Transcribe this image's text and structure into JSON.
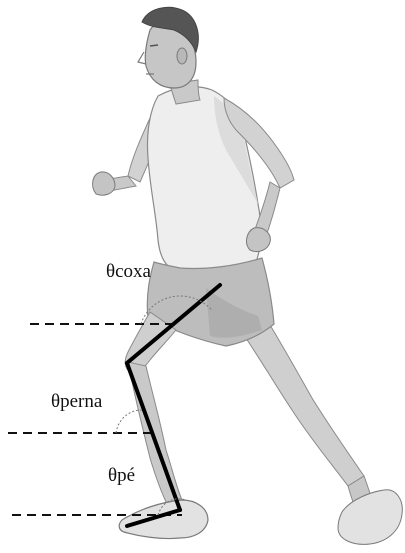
{
  "figure": {
    "labels": {
      "thigh": "θcoxa",
      "shank": "θperna",
      "foot": "θpé"
    },
    "colors": {
      "skin": "#c9c9c9",
      "shirt": "#eeeeee",
      "shorts": "#bdbdbd",
      "hair": "#555555",
      "outline": "#8a8a8a",
      "segment": "#000000",
      "reference_line": "#111111",
      "arc": "#777777"
    }
  }
}
